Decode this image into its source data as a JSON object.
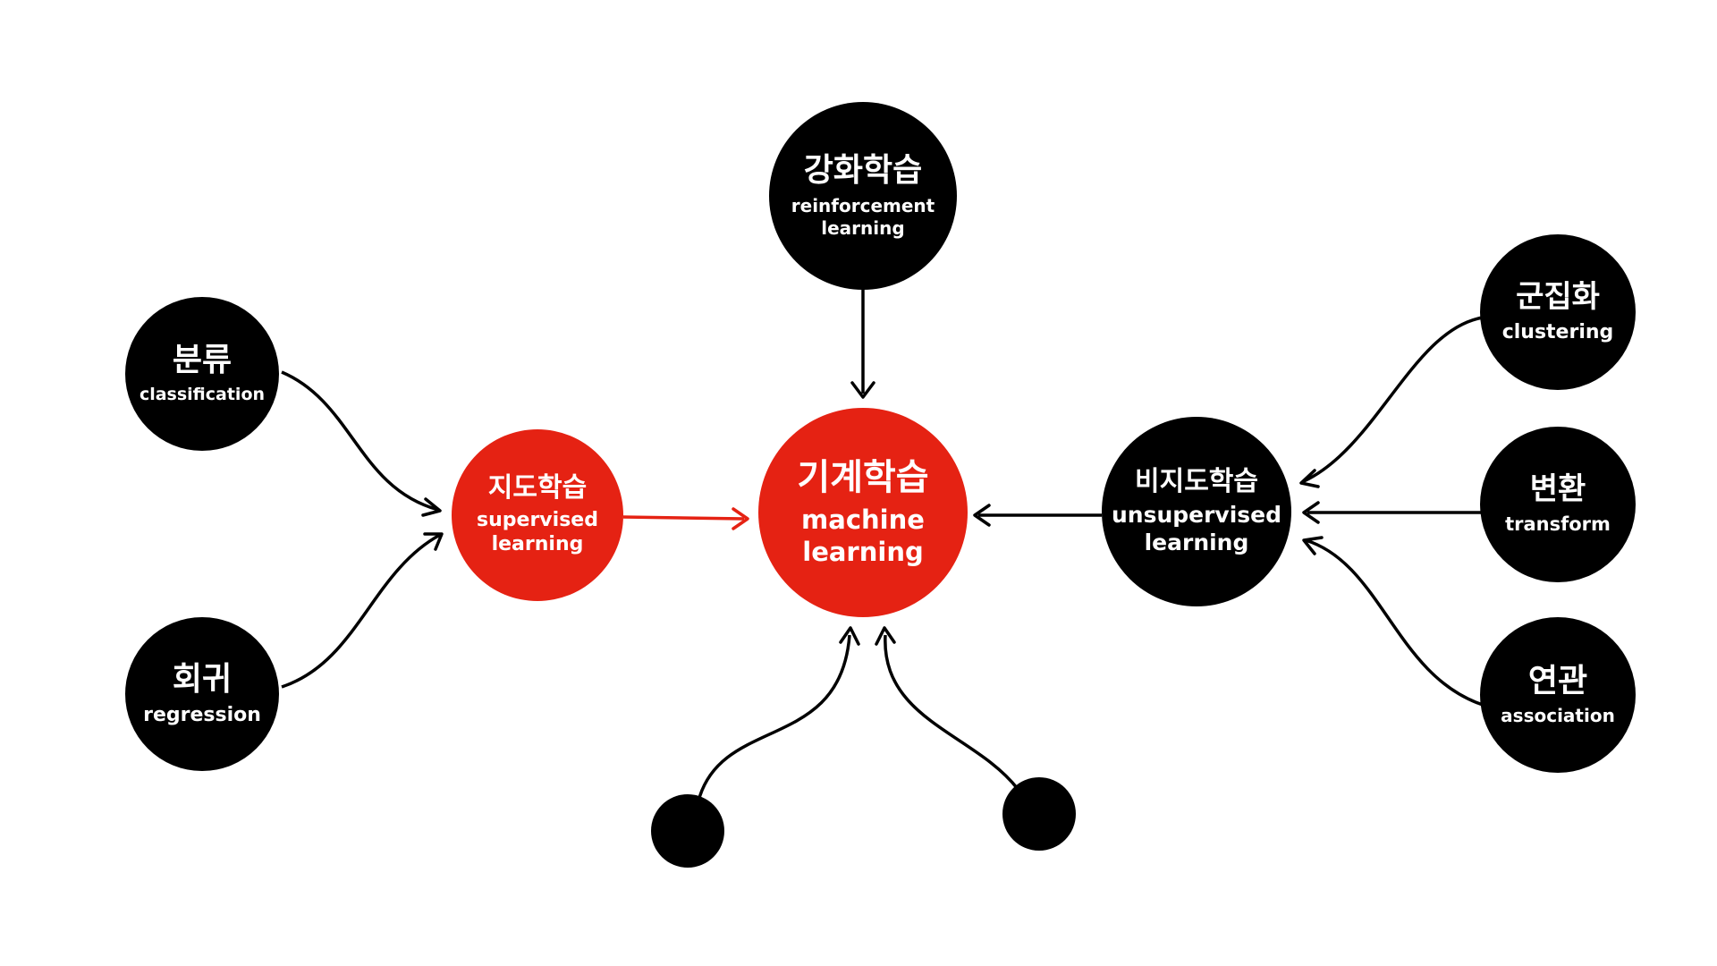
{
  "colors": {
    "accent": "#e52213",
    "node": "#000000",
    "text": "#ffffff",
    "edge": "#000000"
  },
  "nodes": {
    "machine_learning": {
      "ko": "기계학습",
      "en": "machine\nlearning"
    },
    "supervised": {
      "ko": "지도학습",
      "en": "supervised\nlearning"
    },
    "reinforcement": {
      "ko": "강화학습",
      "en": "reinforcement\nlearning"
    },
    "unsupervised": {
      "ko": "비지도학습",
      "en": "unsupervised\nlearning"
    },
    "classification": {
      "ko": "분류",
      "en": "classification"
    },
    "regression": {
      "ko": "회귀",
      "en": "regression"
    },
    "clustering": {
      "ko": "군집화",
      "en": "clustering"
    },
    "transform": {
      "ko": "변환",
      "en": "transform"
    },
    "association": {
      "ko": "연관",
      "en": "association"
    }
  }
}
